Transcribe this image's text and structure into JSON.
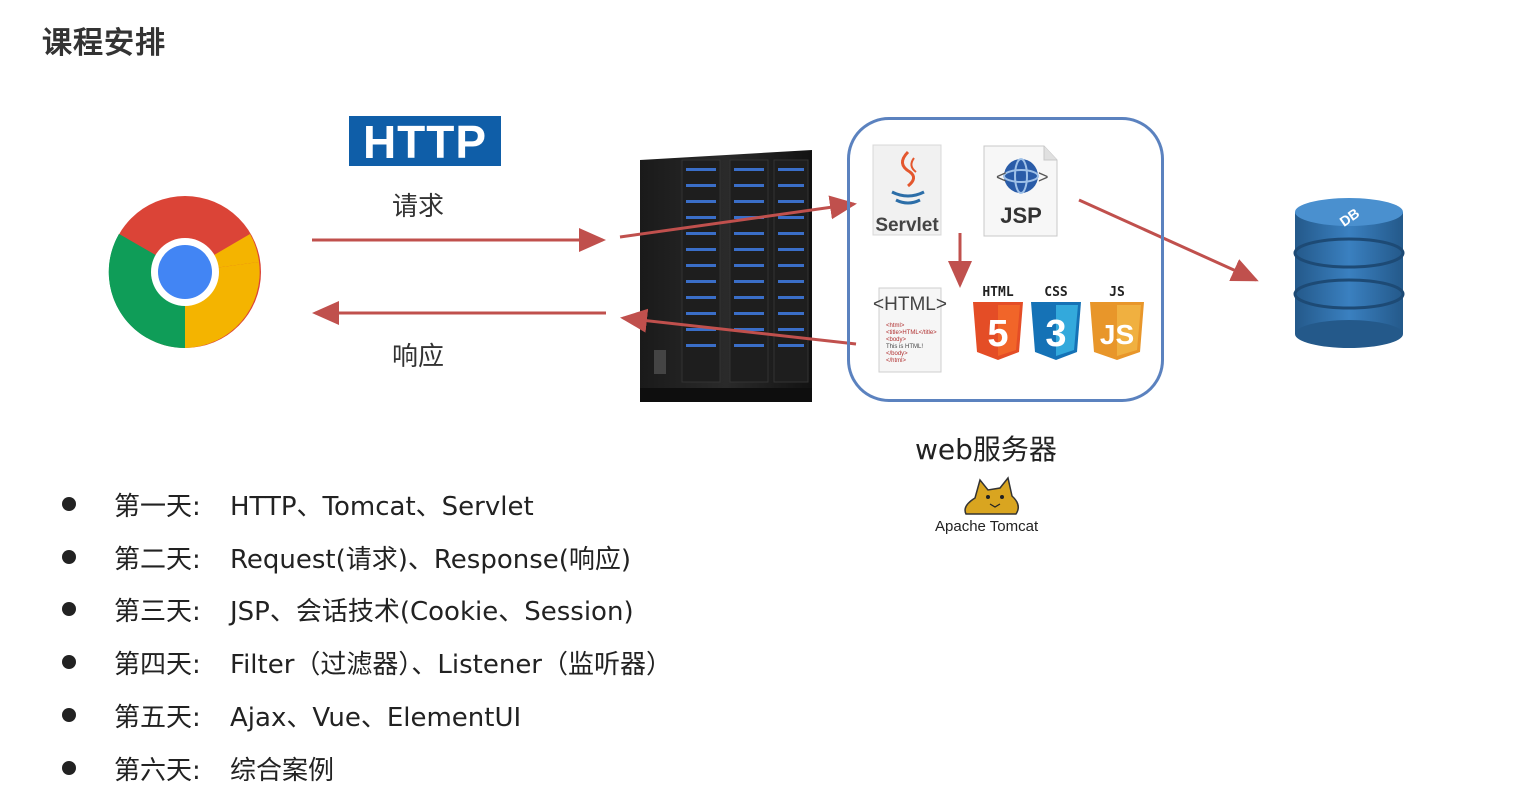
{
  "page": {
    "title": "课程安排"
  },
  "diagram": {
    "protocol_badge": "HTTP",
    "request_label": "请求",
    "response_label": "响应",
    "web_server_label": "web服务器",
    "tomcat_label": "Apache Tomcat",
    "servlet_label": "Servlet",
    "jsp_label": "JSP",
    "html_label": "<HTML>",
    "html_code_lines": [
      "<html>",
      "<title>HTML</title>",
      "<body>",
      "This is HTML!",
      "</body>",
      "</html>"
    ],
    "tech_badges": [
      "HTML",
      "CSS",
      "JS"
    ],
    "tech_numbers": [
      "5",
      "3",
      "JS"
    ],
    "db_label": "DB",
    "colors": {
      "http_blue": "#0f5ea8",
      "arrow_red": "#c0504d",
      "box_blue": "#5b82bf",
      "html5_orange": "#e44d26",
      "css3_blue": "#1572b6",
      "js_orange": "#f0a030",
      "db_blue": "#2e6da4"
    }
  },
  "schedule": [
    {
      "day": "第一天:",
      "topic": "HTTP、Tomcat、Servlet"
    },
    {
      "day": "第二天:",
      "topic": "Request(请求)、Response(响应)"
    },
    {
      "day": "第三天:",
      "topic": "JSP、会话技术(Cookie、Session)"
    },
    {
      "day": "第四天:",
      "topic": "Filter（过滤器）、Listener（监听器）"
    },
    {
      "day": "第五天:",
      "topic": "Ajax、Vue、ElementUI"
    },
    {
      "day": "第六天:",
      "topic": "综合案例"
    }
  ]
}
